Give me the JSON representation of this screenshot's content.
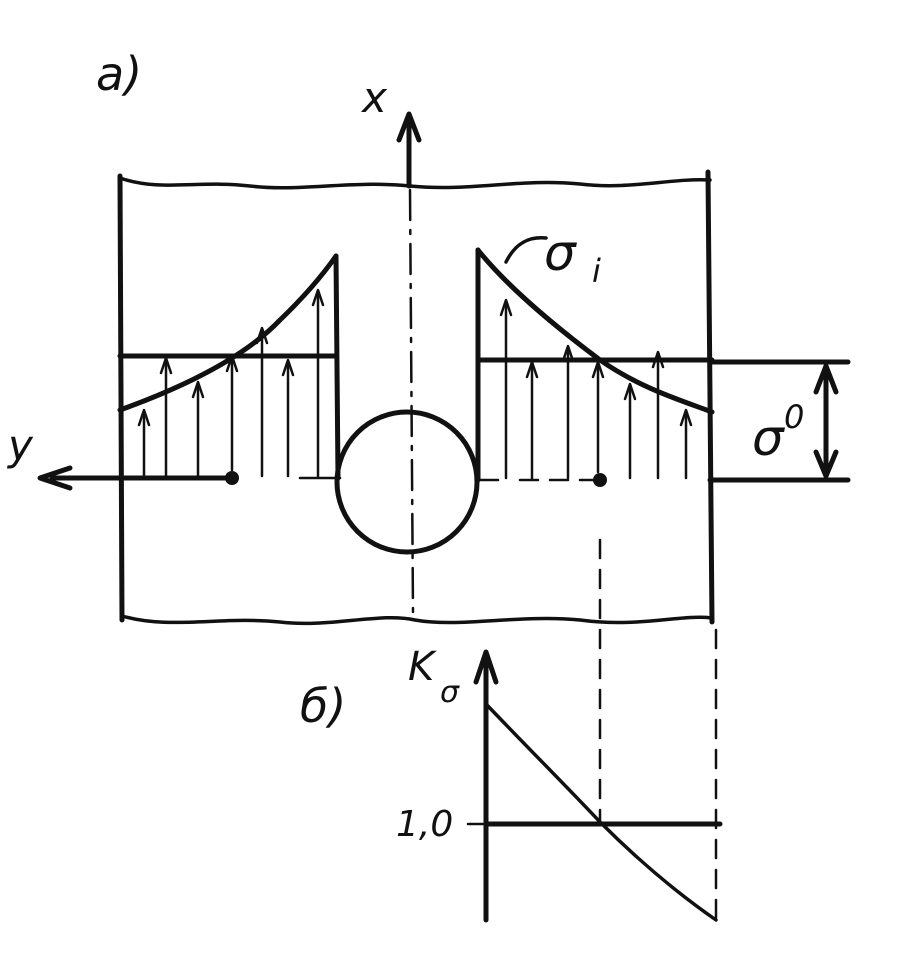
{
  "diagram": {
    "panel_a_label": "a)",
    "panel_b_label": "б)",
    "axis_x_label": "x",
    "axis_y_label": "y",
    "sigma_i_label": "σ",
    "sigma_i_subscript": "i",
    "sigma_0_label": "σ",
    "sigma_0_superscript": "0",
    "k_label": "K",
    "k_subscript": "σ",
    "k_tick_label": "1,0"
  },
  "colors": {
    "ink": "#111111",
    "paper": "#ffffff"
  }
}
